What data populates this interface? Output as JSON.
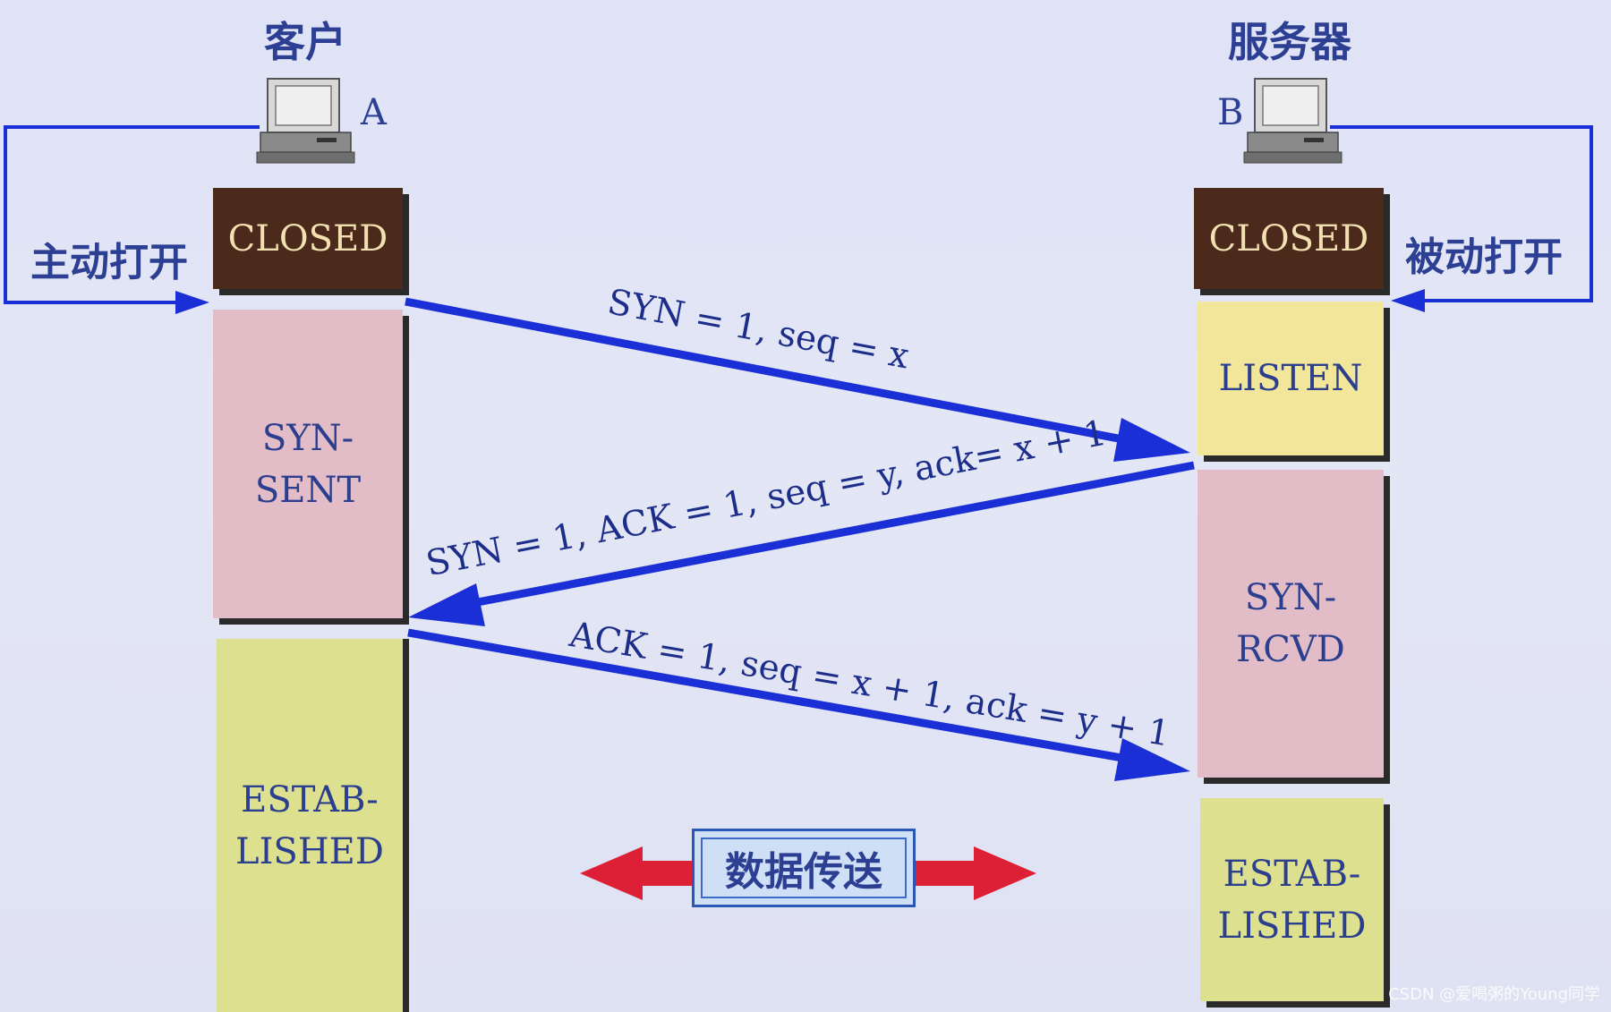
{
  "client": {
    "title": "客户",
    "letter": "A",
    "action": "主动打开"
  },
  "server": {
    "title": "服务器",
    "letter": "B",
    "action": "被动打开"
  },
  "client_states": [
    {
      "lines": [
        "CLOSED"
      ]
    },
    {
      "lines": [
        "SYN-",
        "SENT"
      ]
    },
    {
      "lines": [
        "ESTAB-",
        "LISHED"
      ]
    }
  ],
  "server_states": [
    {
      "lines": [
        "CLOSED"
      ]
    },
    {
      "lines": [
        "LISTEN"
      ]
    },
    {
      "lines": [
        "SYN-",
        "RCVD"
      ]
    },
    {
      "lines": [
        "ESTAB-",
        "LISHED"
      ]
    }
  ],
  "messages": [
    {
      "text": "SYN = 1, seq = x"
    },
    {
      "text": "SYN = 1, ACK = 1, seq = y, ack= x + 1"
    },
    {
      "text": "ACK = 1, seq = x + 1, ack = y + 1"
    }
  ],
  "data_transfer": "数据传送",
  "colors": {
    "arrow": "#1a2fd6",
    "data_arrow": "#dd2035",
    "label": "#2c3f93"
  },
  "watermark": "CSDN @爱喝粥的Young同学"
}
